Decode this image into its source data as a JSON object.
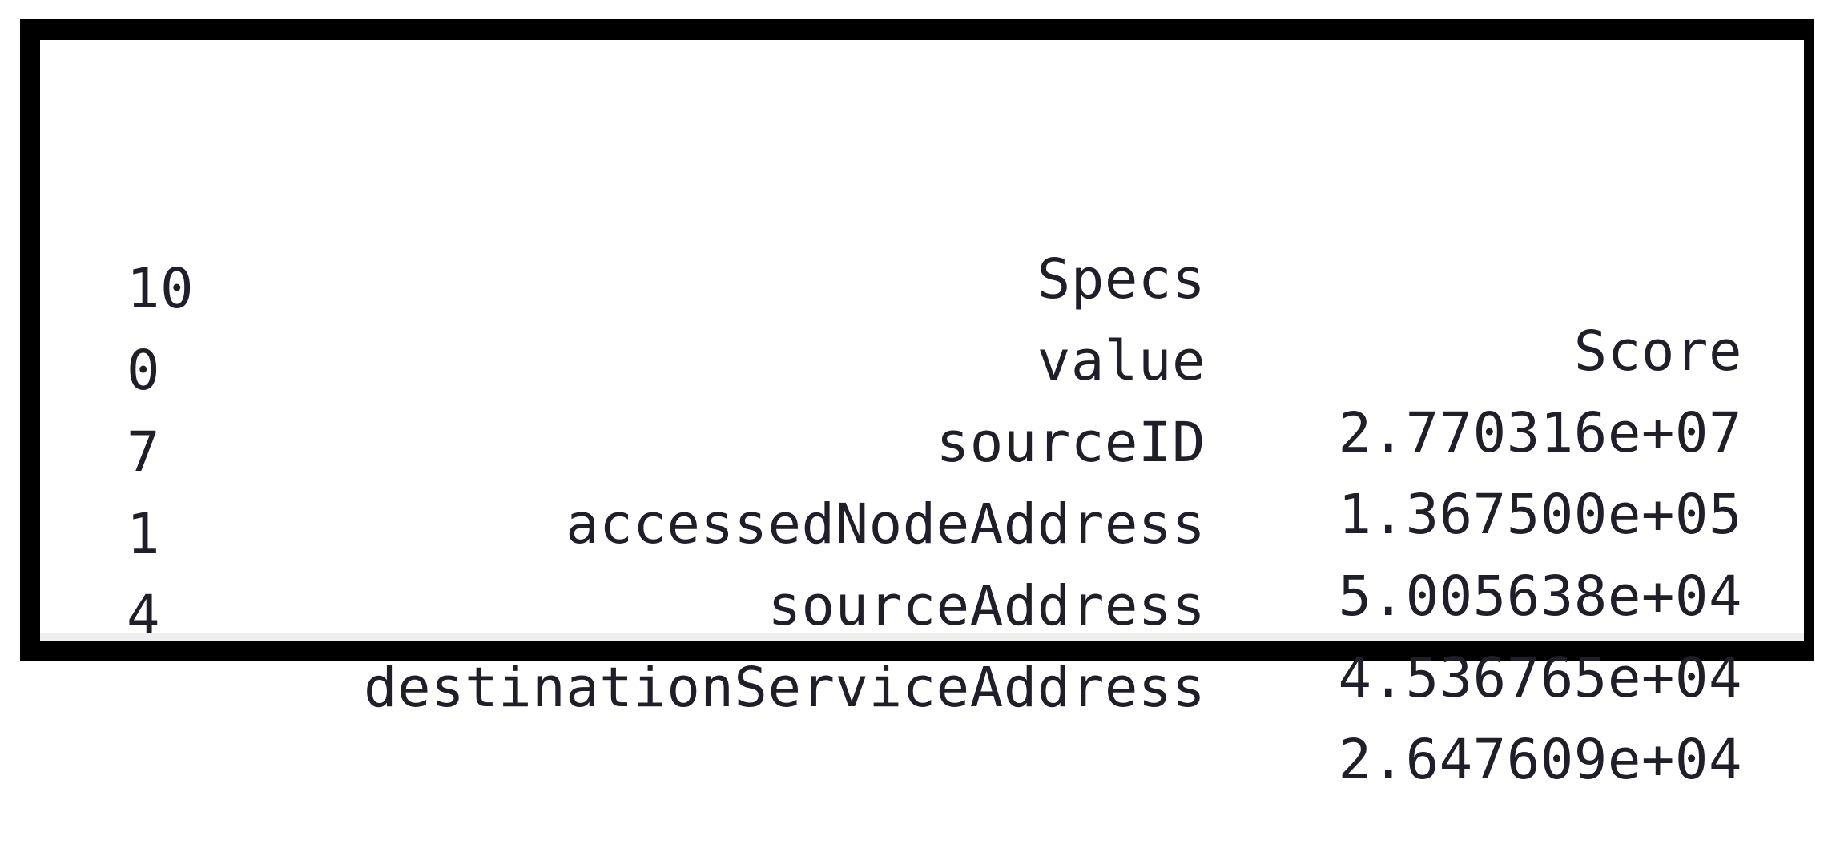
{
  "table": {
    "columns": {
      "index": "",
      "specs": "Specs",
      "score": "Score"
    },
    "rows": [
      {
        "index": "10",
        "specs": "value",
        "score": "2.770316e+07"
      },
      {
        "index": "0",
        "specs": "sourceID",
        "score": "1.367500e+05"
      },
      {
        "index": "7",
        "specs": "accessedNodeAddress",
        "score": "5.005638e+04"
      },
      {
        "index": "1",
        "specs": "sourceAddress",
        "score": "4.536765e+04"
      },
      {
        "index": "4",
        "specs": "destinationServiceAddress",
        "score": "2.647609e+04"
      }
    ]
  }
}
